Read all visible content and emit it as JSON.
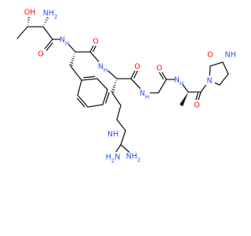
{
  "molecule": {
    "atom_labels": [
      {
        "id": "oh",
        "text": "OH",
        "element": "O"
      },
      {
        "id": "nh2_top",
        "text": "NH",
        "sub": "2",
        "element": "N"
      },
      {
        "id": "o_thr",
        "text": "O",
        "element": "O"
      },
      {
        "id": "nh_phe",
        "text": "N",
        "sub": "H",
        "element": "N"
      },
      {
        "id": "o_phe",
        "text": "O",
        "element": "O"
      },
      {
        "id": "nh_arg",
        "text": "N",
        "sub": "H",
        "element": "N"
      },
      {
        "id": "o_arg",
        "text": "O",
        "element": "O"
      },
      {
        "id": "nh_gly",
        "text": "N",
        "sub": "H",
        "element": "N"
      },
      {
        "id": "o_gly",
        "text": "O",
        "element": "O"
      },
      {
        "id": "nh_ala",
        "text": "N",
        "sub": "H",
        "element": "N"
      },
      {
        "id": "o_ala",
        "text": "O",
        "element": "O"
      },
      {
        "id": "n_pro",
        "text": "N",
        "element": "N"
      },
      {
        "id": "o_amide",
        "text": "O",
        "element": "O"
      },
      {
        "id": "nh2_amide",
        "text": "NH",
        "sub": "2",
        "element": "N"
      },
      {
        "id": "nh_gua",
        "text": "NH",
        "element": "N"
      },
      {
        "id": "nh2_gua1",
        "text": "H",
        "sub": "2",
        "tail": "N",
        "element": "N"
      },
      {
        "id": "nh2_gua2",
        "text": "NH",
        "sub": "2",
        "element": "N"
      }
    ],
    "element_colors": {
      "C": "#1a1a1a",
      "N": "#3050f8",
      "O": "#ff0d0d"
    }
  }
}
